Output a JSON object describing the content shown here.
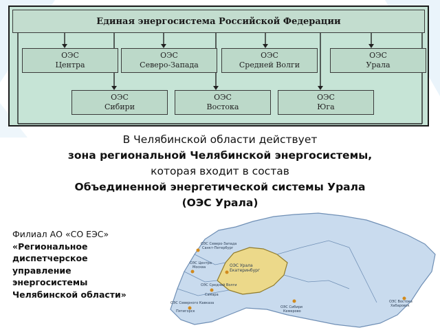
{
  "diagram": {
    "title": "Единая энергосистема Российской Федерации",
    "row1": [
      {
        "line1": "ОЭС",
        "line2": "Центра"
      },
      {
        "line1": "ОЭС",
        "line2": "Северо-Запада"
      },
      {
        "line1": "ОЭС",
        "line2": "Средней  Волги"
      },
      {
        "line1": "ОЭС",
        "line2": "Урала"
      }
    ],
    "row2": [
      {
        "line1": "ОЭС",
        "line2": "Сибири"
      },
      {
        "line1": "ОЭС",
        "line2": "Востока"
      },
      {
        "line1": "ОЭС",
        "line2": "Юга"
      }
    ]
  },
  "headline": {
    "line1": "В Челябинской области действует",
    "line2": "зона региональной Челябинской энергосистемы,",
    "line3": "которая входит в состав",
    "line4": "Объединенной энергетической системы Урала",
    "line5": "(ОЭС Урала)"
  },
  "branch": {
    "line1": "Филиал АО «СО ЕЭС»",
    "line2": "«Региональное",
    "line3": "диспетчерское",
    "line4": "управление",
    "line5": "энергосистемы",
    "line6": "Челябинской области»"
  },
  "map": {
    "labels": {
      "nw": "ОЭС Северо-Запада",
      "nw_city": "Санкт-Петербург",
      "center": "ОЭС Центра",
      "center_city": "Москва",
      "ural": "ОЭС  Урала",
      "ural_city": "Екатеринбург",
      "volga": "ОЭС Средней Волги",
      "volga_city": "Самара",
      "south": "ОЭС Северного Кавказа",
      "south_city": "Пятигорск",
      "siberia": "ОЭС Сибири",
      "siberia_city": "Кемерово",
      "east": "ОЭС Востока",
      "east_city": "Хабаровск"
    },
    "colors": {
      "land": "#c9dbee",
      "ural": "#ecd98a",
      "border": "#6f8fb5",
      "dot": "#d18a1e"
    }
  }
}
